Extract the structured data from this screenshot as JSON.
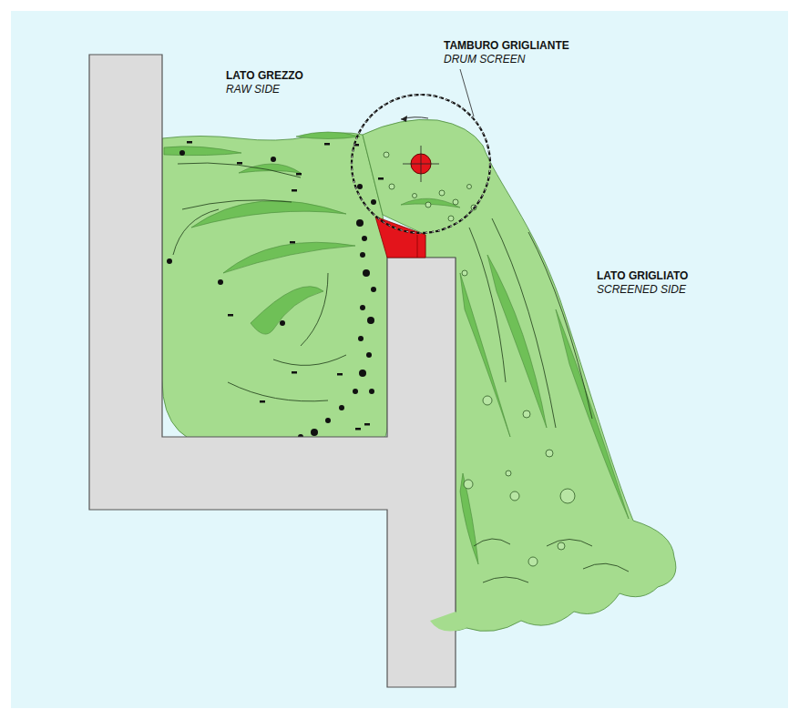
{
  "diagram": {
    "labels": [
      "LATO GREZZO",
      "RAW SIDE",
      "TAMBURO GRIGLIANTE",
      "DRUM SCREEN",
      "LATO GRIGLIATO",
      "SCREENED SIDE"
    ]
  }
}
